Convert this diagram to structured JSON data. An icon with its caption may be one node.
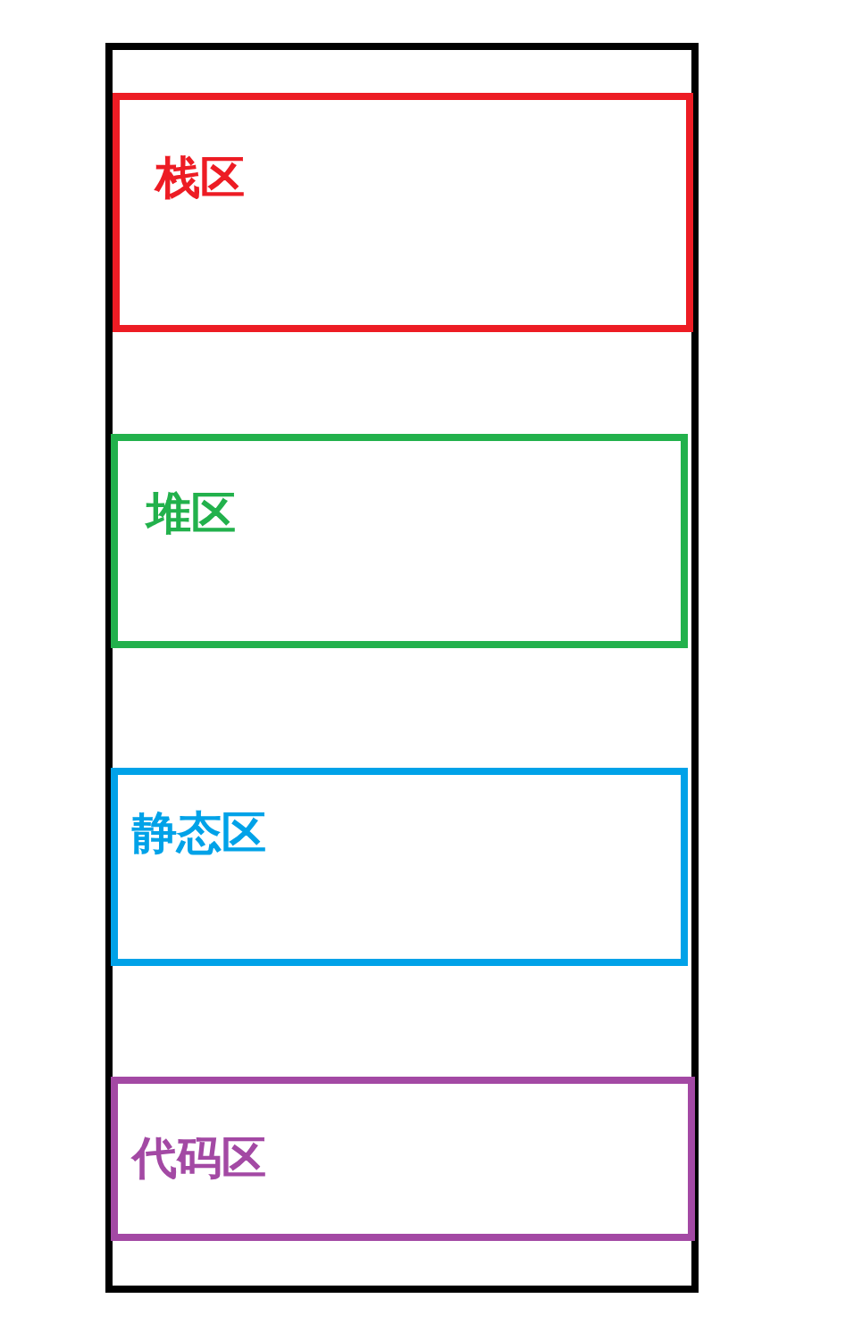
{
  "diagram": {
    "nodes": [
      {
        "text": [],
        "shape": "box"
      },
      {
        "text": [
          "栈区"
        ],
        "in": 0
      },
      {
        "text": [
          "堆区"
        ],
        "in": 0
      },
      {
        "text": [
          "静态区"
        ],
        "in": 0
      },
      {
        "text": [
          "代码区"
        ],
        "in": 0
      }
    ]
  }
}
